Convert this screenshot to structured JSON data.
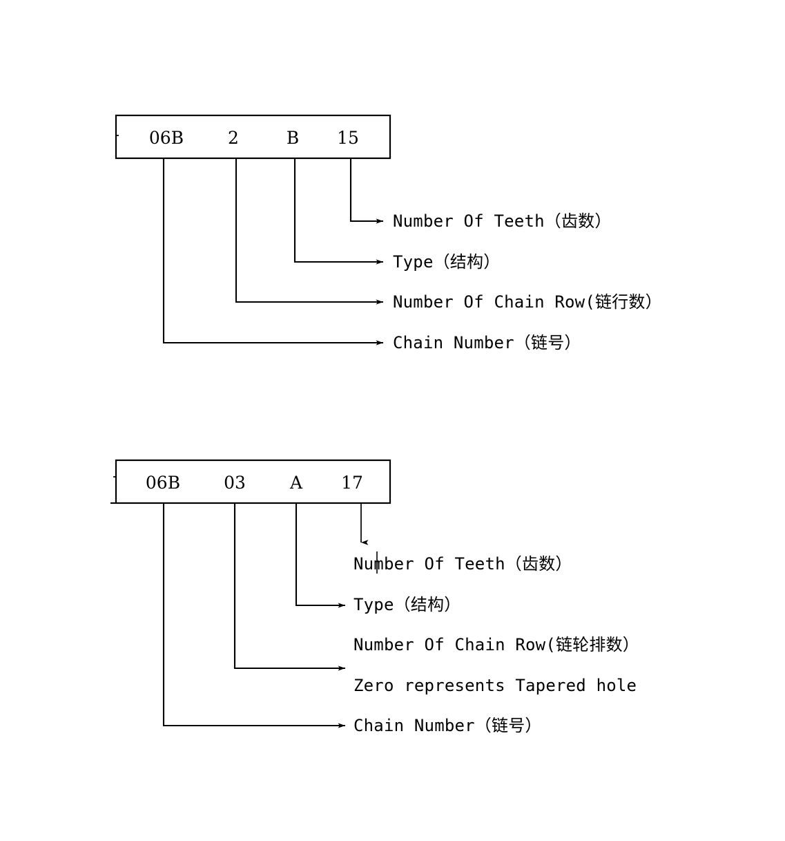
{
  "page": {
    "title": "Chain Sprocket Designation Diagram",
    "background_color": "#ffffff",
    "line_color": "#000000",
    "text_color": "#000000"
  },
  "diagrams": [
    {
      "id": "diagram-1",
      "code_segments": [
        {
          "key": "chain-number",
          "value": "06B"
        },
        {
          "key": "number-of-chain-row",
          "value": "2"
        },
        {
          "key": "type",
          "value": "B"
        },
        {
          "key": "number-of-teeth",
          "value": "15"
        }
      ],
      "labels": [
        {
          "key": "number-of-teeth",
          "text": "Number Of Teeth（齿数）",
          "has_arrow": true
        },
        {
          "key": "type",
          "text": "Type（结构）",
          "has_arrow": true
        },
        {
          "key": "number-of-chain-row",
          "text": "Number Of Chain Row(链行数）",
          "has_arrow": true
        },
        {
          "key": "chain-number",
          "text": "Chain Number（链号）",
          "has_arrow": true
        }
      ]
    },
    {
      "id": "diagram-2",
      "code_segments": [
        {
          "key": "chain-number",
          "value": "06B"
        },
        {
          "key": "zero-tapered-hole",
          "value": "03"
        },
        {
          "key": "type",
          "value": "A"
        },
        {
          "key": "number-of-teeth",
          "value": "17"
        }
      ],
      "labels": [
        {
          "key": "number-of-teeth",
          "text": "Number Of Teeth（齿数）",
          "has_arrow": true
        },
        {
          "key": "type",
          "text": "Type（结构）",
          "has_arrow": true
        },
        {
          "key": "number-of-chain-row",
          "text": "Number Of Chain Row(链轮排数）",
          "has_arrow": false
        },
        {
          "key": "zero-tapered-hole",
          "text": "Zero represents Tapered hole",
          "has_arrow": true
        },
        {
          "key": "chain-number",
          "text": "Chain Number（链号）",
          "has_arrow": true
        }
      ]
    }
  ]
}
